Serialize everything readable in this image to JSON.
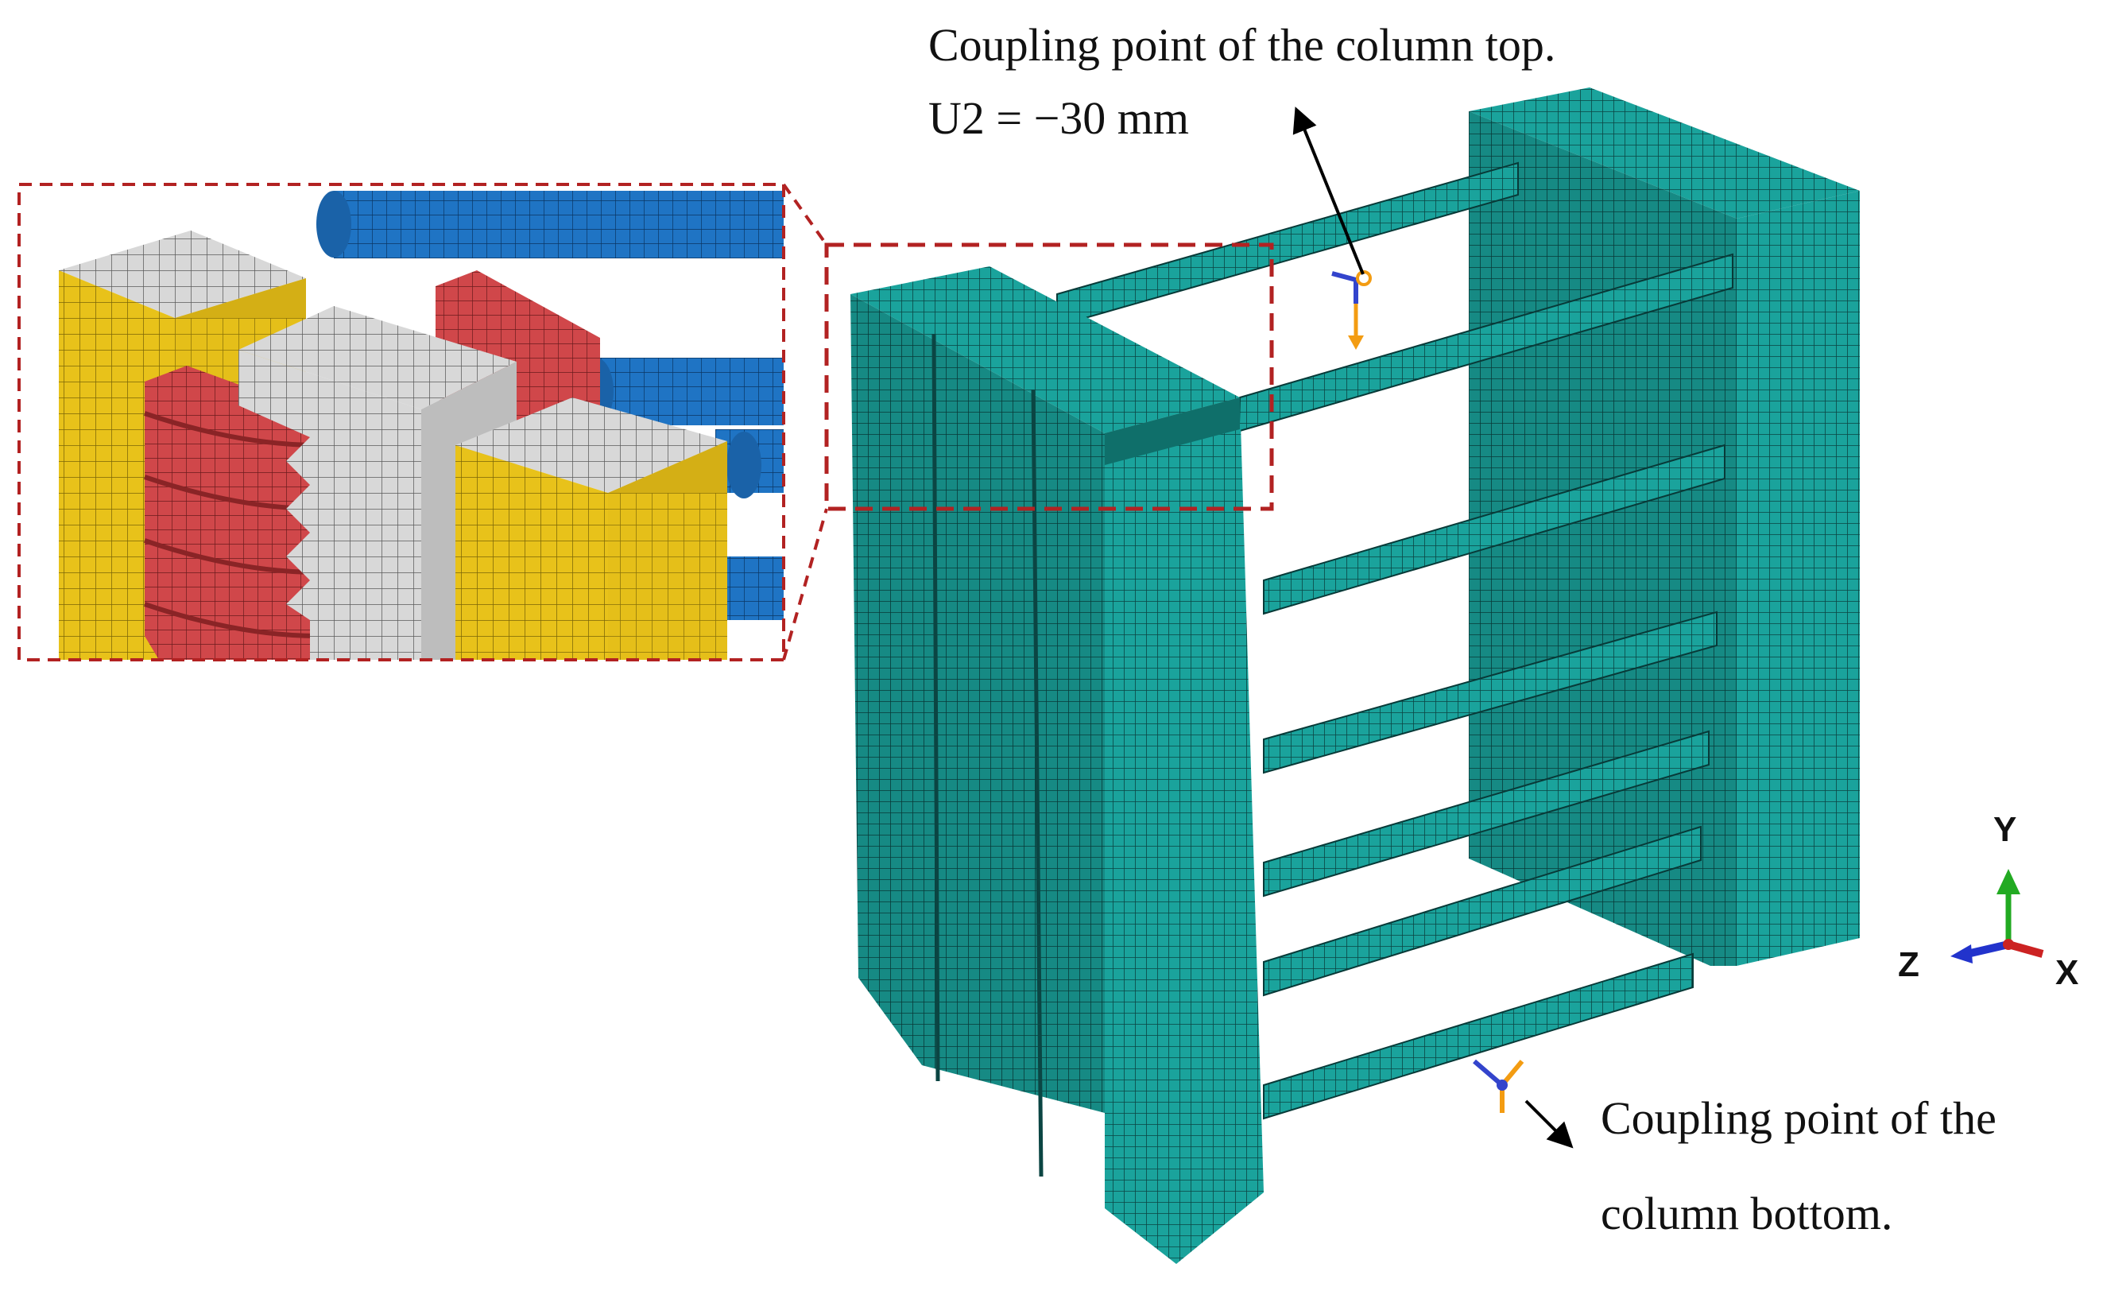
{
  "annotations": {
    "top_line1": "Coupling point of the column top.",
    "top_line2": "U2 = −30 mm",
    "bottom_line1": "Coupling point of the",
    "bottom_line2": "column bottom."
  },
  "triad": {
    "y": "Y",
    "z": "Z",
    "x": "X"
  },
  "colors": {
    "mesh_teal": "#1a9c96",
    "mesh_line": "#0c4a48",
    "zoom_border": "#b22222",
    "inset_yellow": "#e8c21a",
    "inset_gray": "#d9d9d9",
    "inset_red": "#d2474a",
    "inset_blue": "#1f74c4"
  }
}
